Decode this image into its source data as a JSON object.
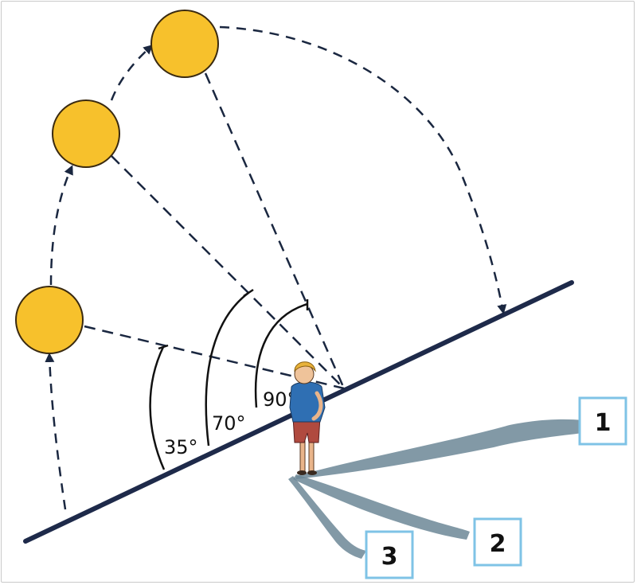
{
  "angles": [
    {
      "label": "35°"
    },
    {
      "label": "70°"
    },
    {
      "label": "90°"
    }
  ],
  "shadow_labels": [
    {
      "label": "1"
    },
    {
      "label": "2"
    },
    {
      "label": "3"
    }
  ],
  "colors": {
    "sun_fill": "#f7c12c",
    "sun_stroke": "#3a2a10",
    "path_stroke": "#1a2740",
    "ground": "#1e2a4a",
    "shadow": "#6c8797",
    "box_border": "#7fc3e6",
    "shirt": "#2f6fb3",
    "shorts": "#b04a3f"
  }
}
